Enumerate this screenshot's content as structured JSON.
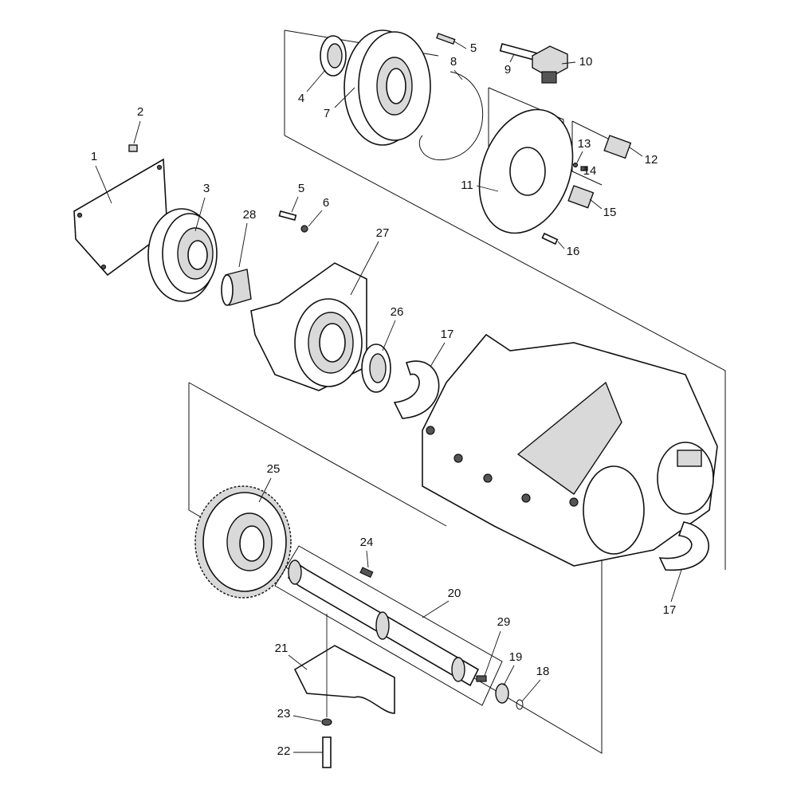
{
  "diagram_title": "",
  "callouts": [
    "1",
    "2",
    "3",
    "4",
    "5",
    "7",
    "8",
    "9",
    "10",
    "11",
    "12",
    "13",
    "14",
    "15",
    "16",
    "5",
    "6",
    "28",
    "27",
    "26",
    "17",
    "25",
    "24",
    "20",
    "29",
    "19",
    "18",
    "21",
    "23",
    "22",
    "17"
  ],
  "colors": {
    "line": "#111111",
    "fill": "#ffffff",
    "shade": "#d9d9d9"
  }
}
